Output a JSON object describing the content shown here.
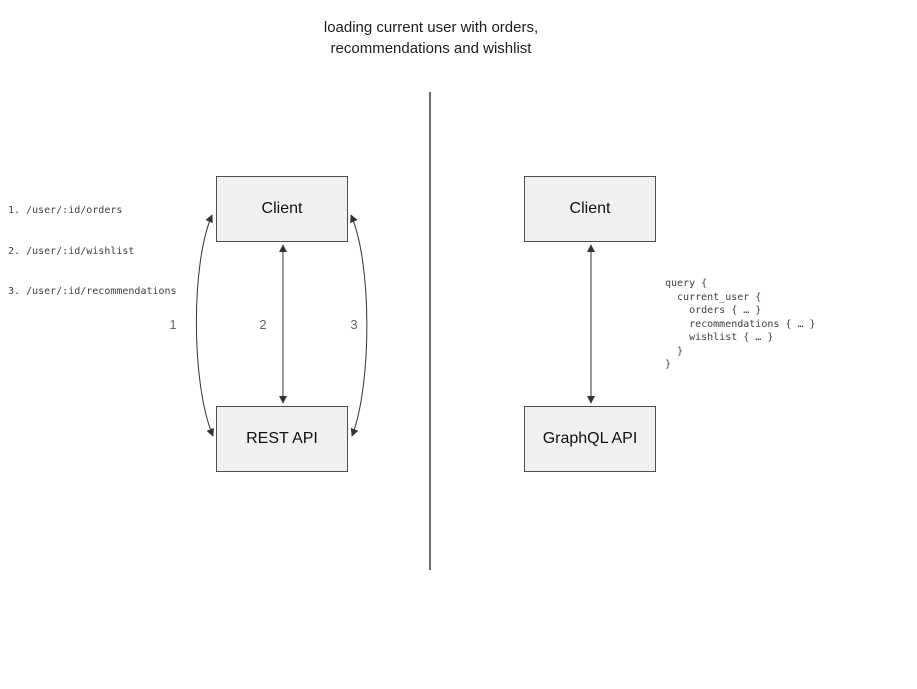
{
  "title": {
    "line1": "loading current user with orders,",
    "line2": "recommendations and wishlist"
  },
  "rest_diagram": {
    "client_label": "Client",
    "api_label": "REST API",
    "endpoints": [
      "1. /user/:id/orders",
      "2. /user/:id/wishlist",
      "3. /user/:id/recommendations"
    ],
    "arrow_labels": [
      "1",
      "2",
      "3"
    ]
  },
  "graphql_diagram": {
    "client_label": "Client",
    "api_label": "GraphQL API",
    "query_code": "query {\n  current_user {\n    orders { … }\n    recommendations { … }\n    wishlist { … }\n  }\n}"
  },
  "colors": {
    "background": "#ffffff",
    "box_fill": "#f0f0f0",
    "box_border": "#4d4d4d",
    "arrow": "#333333",
    "number_label": "#666666",
    "code_text": "#3f3f3f",
    "divider": "#6b6b6b",
    "title_text": "#1c1c1c"
  }
}
